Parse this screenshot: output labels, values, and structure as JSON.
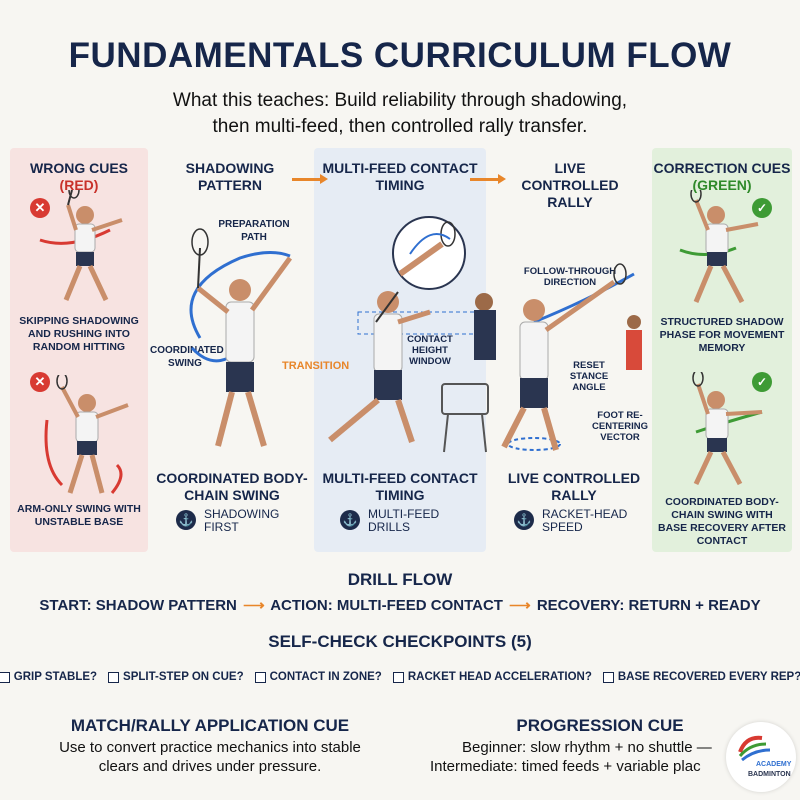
{
  "title": "FUNDAMENTALS CURRICULUM FLOW",
  "subtitle_line1": "What this teaches: Build reliability through shadowing,",
  "subtitle_line2": "then multi-feed, then controlled rally transfer.",
  "wrong": {
    "header1": "WRONG CUES",
    "header2": "(RED)",
    "caption1": "SKIPPING SHADOWING AND RUSHING INTO RANDOM HITTING",
    "caption2": "ARM-ONLY SWING WITH UNSTABLE BASE"
  },
  "shadow": {
    "header": "SHADOWING PATTERN",
    "tag_prep": "PREPARATION PATH",
    "tag_coord": "COORDINATED SWING",
    "tag_transition": "TRANSITION",
    "caption": "COORDINATED BODY-CHAIN SWING",
    "anchor_label": "SHADOWING FIRST"
  },
  "multifeed": {
    "header": "MULTI-FEED CONTACT TIMING",
    "tag_contact": "CONTACT HEIGHT WINDOW",
    "caption": "MULTI-FEED CONTACT TIMING",
    "anchor_label": "MULTI-FEED DRILLS"
  },
  "live": {
    "header": "LIVE CONTROLLED RALLY",
    "tag_follow": "FOLLOW-THROUGH DIRECTION",
    "tag_reset": "RESET STANCE ANGLE",
    "tag_foot": "FOOT RE-CENTERING VECTOR",
    "caption": "LIVE CONTROLLED RALLY",
    "anchor_label": "RACKET-HEAD SPEED"
  },
  "correct": {
    "header1": "CORRECTION CUES",
    "header2": "(GREEN)",
    "caption1": "STRUCTURED SHADOW PHASE FOR MOVEMENT MEMORY",
    "caption2": "COORDINATED BODY-CHAIN SWING WITH BASE RECOVERY AFTER CONTACT"
  },
  "drill_flow": {
    "heading": "DRILL FLOW",
    "start": "START: SHADOW PATTERN",
    "action": "ACTION: MULTI-FEED CONTACT",
    "recovery": "RECOVERY: RETURN + READY"
  },
  "checkpoints": {
    "heading": "SELF-CHECK CHECKPOINTS (5)",
    "items": [
      "GRIP STABLE?",
      "SPLIT-STEP ON CUE?",
      "CONTACT IN ZONE?",
      "RACKET HEAD ACCELERATION?",
      "BASE RECOVERED EVERY REP?"
    ]
  },
  "application": {
    "heading": "MATCH/RALLY APPLICATION CUE",
    "line1": "Use to convert practice mechanics into stable",
    "line2": "clears and drives under pressure."
  },
  "progression": {
    "heading": "PROGRESSION CUE",
    "line1": "Beginner: slow rhythm + no shuttle —",
    "line2": "Intermediate: timed feeds + variable plac"
  },
  "logo": {
    "line1": "ACADEMY",
    "line2": "BADMINTON"
  },
  "colors": {
    "navy": "#16264a",
    "red": "#c8312a",
    "green": "#2f8a2a",
    "orange": "#e8862a",
    "blue_arrow": "#2f6fd0"
  }
}
